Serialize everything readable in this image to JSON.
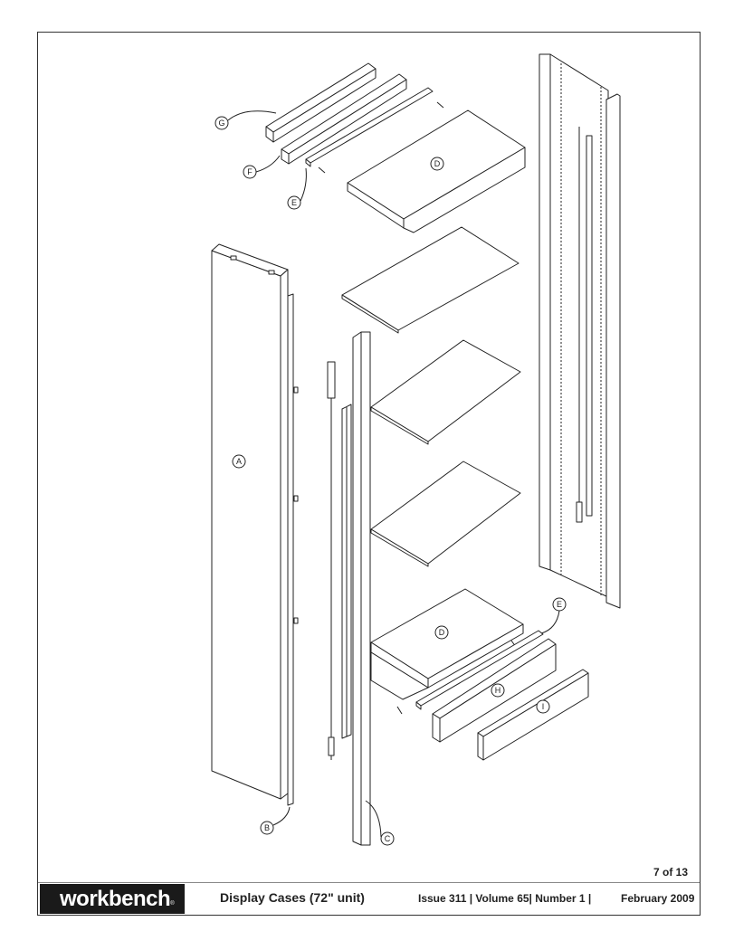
{
  "page": {
    "number": "7 of 13"
  },
  "footer": {
    "brand": "workbench",
    "brand_mark": "®",
    "title": "Display Cases (72\" unit)",
    "issue": "Issue 311 | Volume 65| Number 1 |",
    "date": "February 2009"
  },
  "callouts": {
    "A": "A",
    "B": "B",
    "C": "C",
    "D": "D",
    "E": "E",
    "F": "F",
    "G": "G",
    "H": "H",
    "I": "I"
  }
}
